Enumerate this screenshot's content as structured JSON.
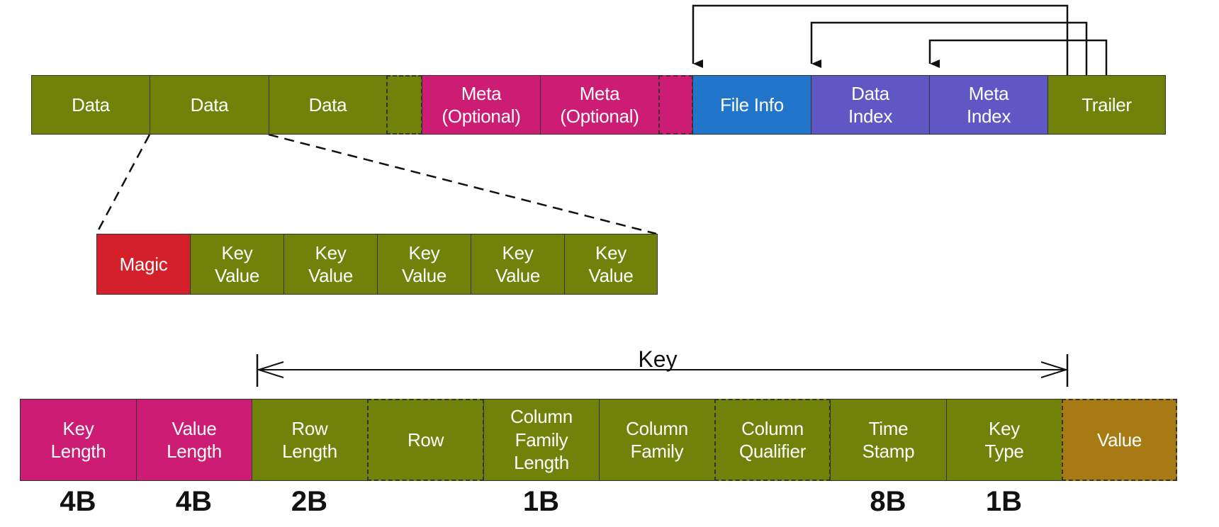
{
  "colors": {
    "green": "#70820a",
    "magenta": "#cc1c74",
    "blue": "#2176cc",
    "purple": "#5f57c4",
    "red": "#d4202a",
    "gold": "#a87a13",
    "border": "#333333"
  },
  "file_blocks": [
    {
      "label": "Data",
      "color": "green",
      "border": "solid"
    },
    {
      "label": "Data",
      "color": "green",
      "border": "solid"
    },
    {
      "label": "Data",
      "color": "green",
      "border": "solid"
    },
    {
      "label": "",
      "color": "green",
      "border": "dashed"
    },
    {
      "label": "Meta\n(Optional)",
      "color": "magenta",
      "border": "solid"
    },
    {
      "label": "Meta\n(Optional)",
      "color": "magenta",
      "border": "solid"
    },
    {
      "label": "",
      "color": "magenta",
      "border": "dashed"
    },
    {
      "label": "File Info",
      "color": "blue",
      "border": "solid"
    },
    {
      "label": "Data\nIndex",
      "color": "purple",
      "border": "solid"
    },
    {
      "label": "Meta\nIndex",
      "color": "purple",
      "border": "solid"
    },
    {
      "label": "Trailer",
      "color": "green",
      "border": "solid"
    }
  ],
  "data_block_cells": [
    {
      "label": "Magic",
      "color": "red"
    },
    {
      "label": "Key\nValue",
      "color": "green"
    },
    {
      "label": "Key\nValue",
      "color": "green"
    },
    {
      "label": "Key\nValue",
      "color": "green"
    },
    {
      "label": "Key\nValue",
      "color": "green"
    },
    {
      "label": "Key\nValue",
      "color": "green"
    }
  ],
  "key_span_label": "Key",
  "keyvalue_fields": [
    {
      "label": "Key\nLength",
      "color": "magenta",
      "border": "solid",
      "size": "4B"
    },
    {
      "label": "Value\nLength",
      "color": "magenta",
      "border": "solid",
      "size": "4B"
    },
    {
      "label": "Row\nLength",
      "color": "green",
      "border": "solid",
      "size": "2B"
    },
    {
      "label": "Row",
      "color": "green",
      "border": "dashed",
      "size": ""
    },
    {
      "label": "Column\nFamily\nLength",
      "color": "green",
      "border": "solid",
      "size": "1B"
    },
    {
      "label": "Column\nFamily",
      "color": "green",
      "border": "solid",
      "size": ""
    },
    {
      "label": "Column\nQualifier",
      "color": "green",
      "border": "dashed",
      "size": ""
    },
    {
      "label": "Time\nStamp",
      "color": "green",
      "border": "solid",
      "size": "8B"
    },
    {
      "label": "Key\nType",
      "color": "green",
      "border": "solid",
      "size": "1B"
    },
    {
      "label": "Value",
      "color": "gold",
      "border": "dashed",
      "size": ""
    }
  ]
}
